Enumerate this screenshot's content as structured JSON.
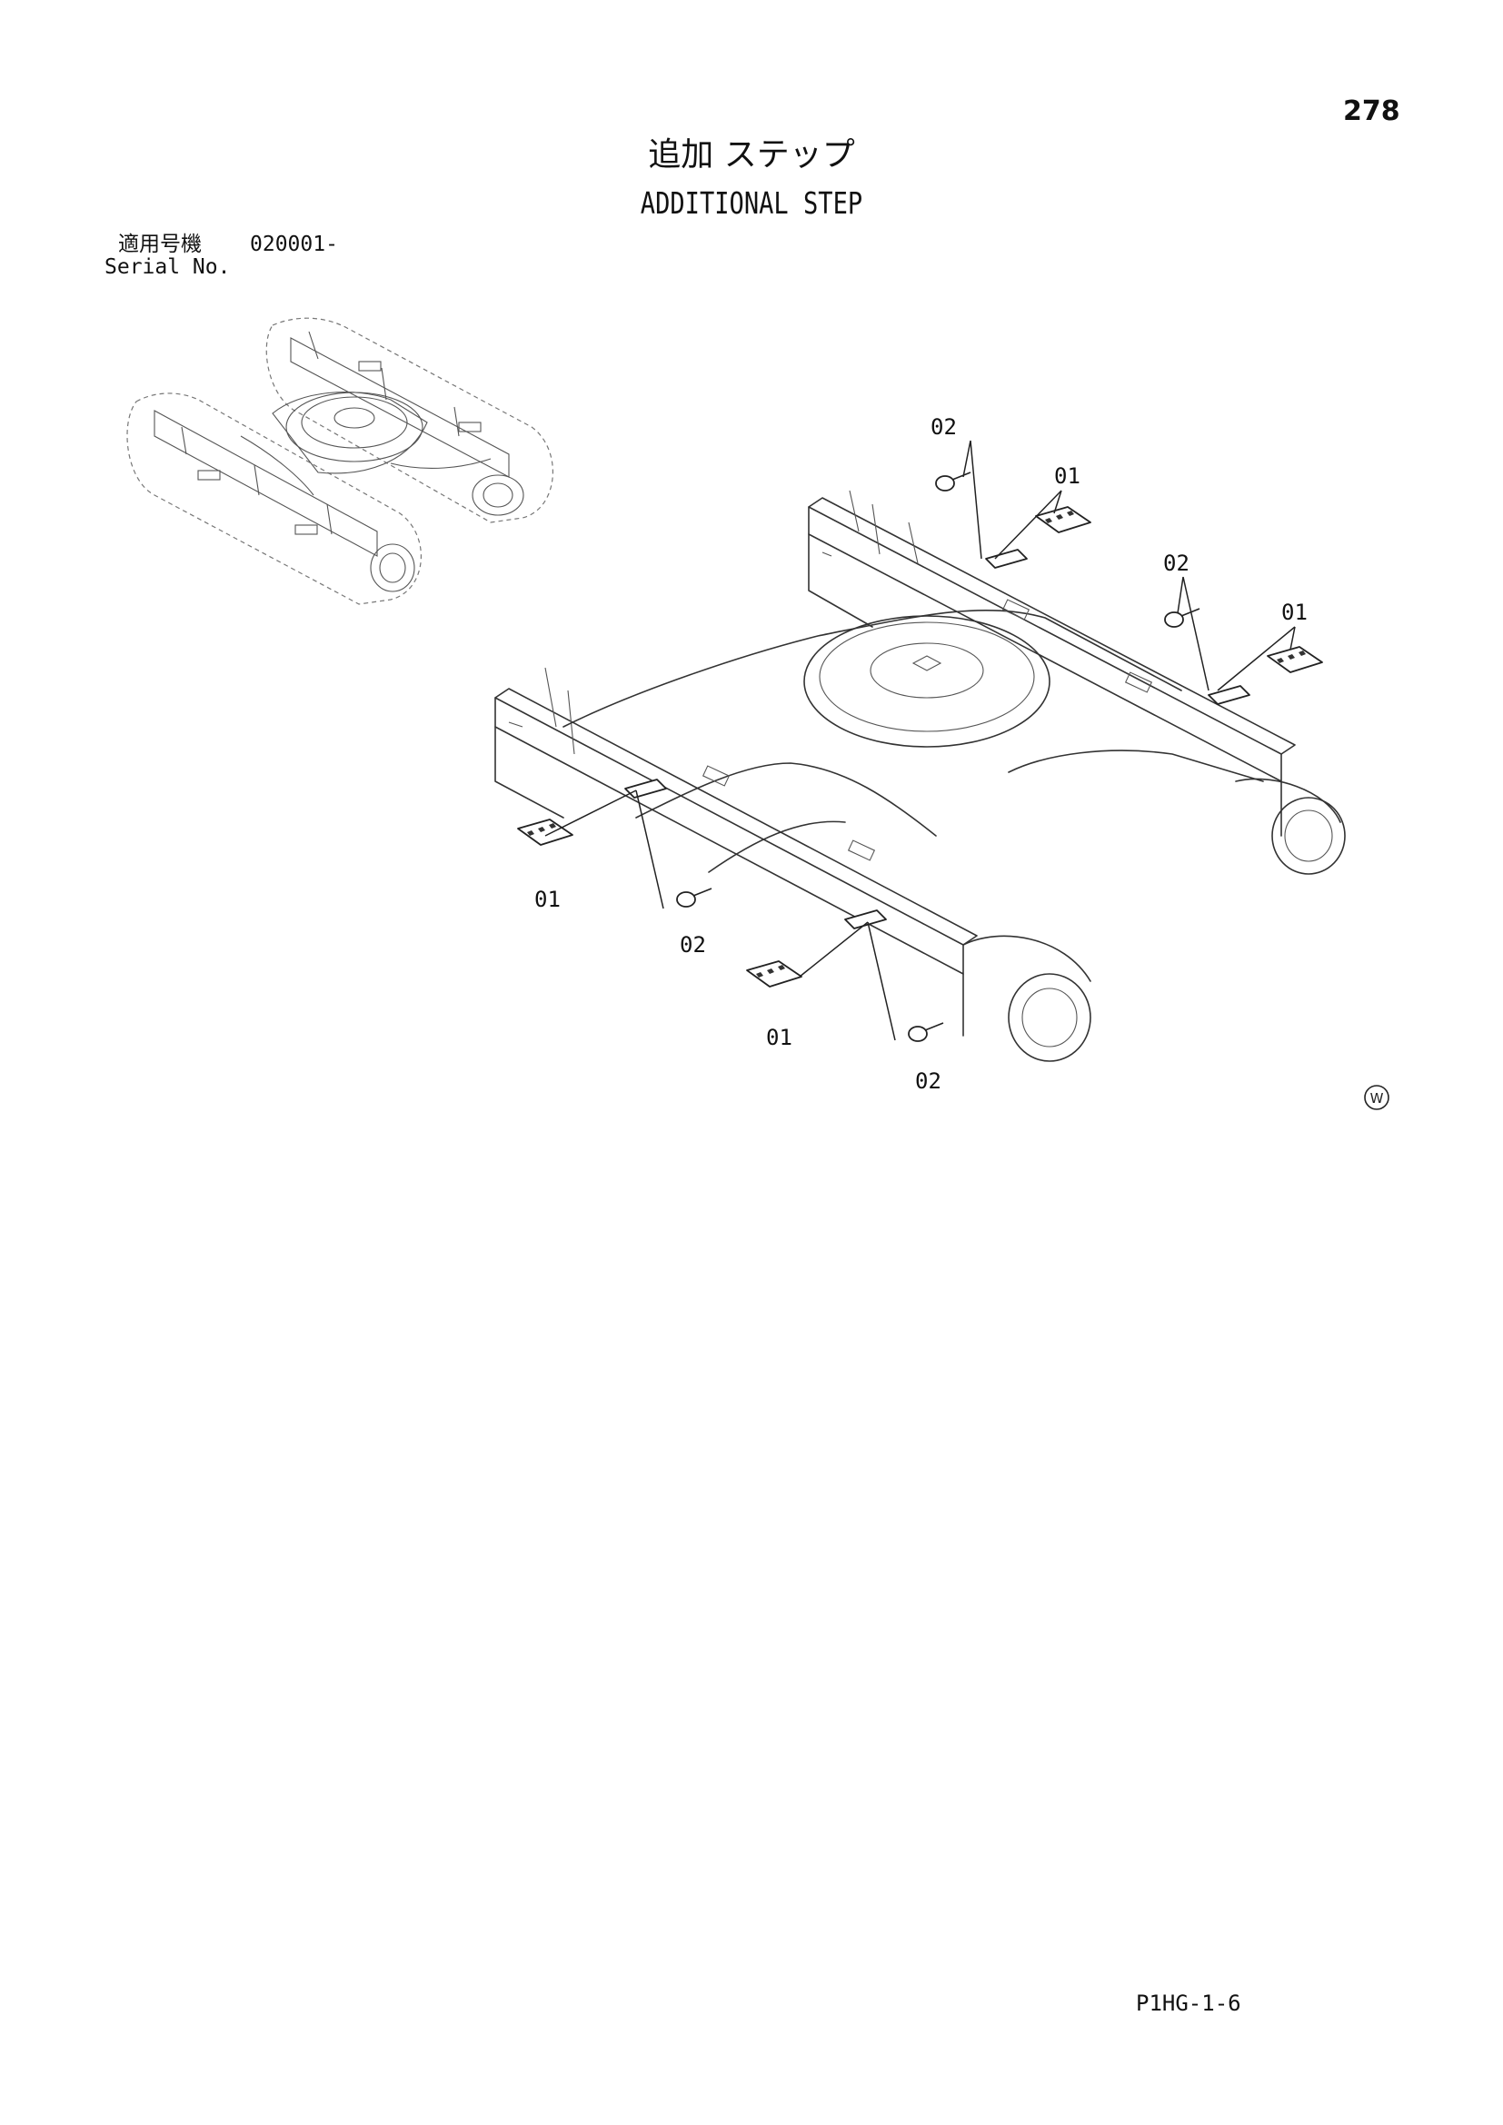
{
  "page": {
    "number": "278",
    "title_ja": "追加 ステップ",
    "title_en": "ADDITIONAL STEP",
    "serial_label_ja": "適用号機",
    "serial_value": "020001-",
    "serial_label_en": "Serial No.",
    "drawing_code": "P1HG-1-6",
    "mark": "W"
  },
  "callouts": [
    {
      "id": "c1",
      "label": "02"
    },
    {
      "id": "c2",
      "label": "01"
    },
    {
      "id": "c3",
      "label": "02"
    },
    {
      "id": "c4",
      "label": "01"
    },
    {
      "id": "c5",
      "label": "01"
    },
    {
      "id": "c6",
      "label": "02"
    },
    {
      "id": "c7",
      "label": "01"
    },
    {
      "id": "c8",
      "label": "02"
    }
  ]
}
